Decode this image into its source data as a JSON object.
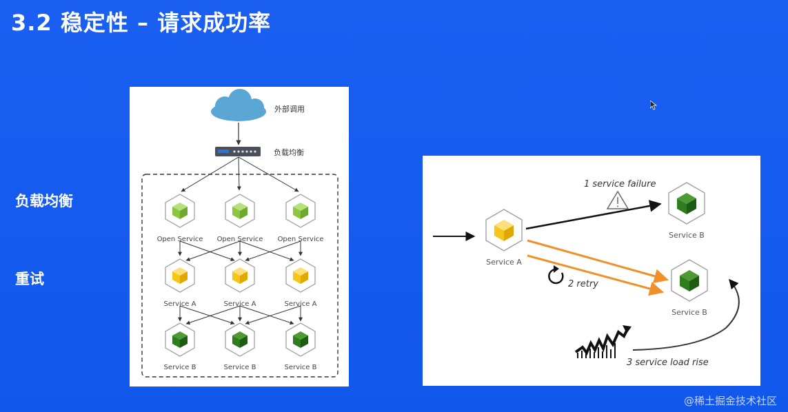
{
  "title": "3.2 稳定性 – 请求成功率",
  "side_labels": {
    "load_balancing": "负载均衡",
    "retry": "重试"
  },
  "left_diagram": {
    "external_call": "外部调用",
    "load_balancer": "负载均衡",
    "open_service": "Open Service",
    "service_a": "Service A",
    "service_b": "Service B"
  },
  "right_diagram": {
    "service_a": "Service A",
    "service_b_top": "Service B",
    "service_b_bottom": "Service B",
    "failure": "1 service failure",
    "retry": "2 retry",
    "load_rise": "3 service load rise"
  },
  "watermark": "@稀土掘金技术社区",
  "colors": {
    "background": "#1459f0",
    "open_service_cube": "#8cc63f",
    "service_a_cube": "#f5c518",
    "service_b_cube": "#2e7d1e",
    "retry_arrow": "#f0902a",
    "cloud": "#5aa7d6"
  }
}
